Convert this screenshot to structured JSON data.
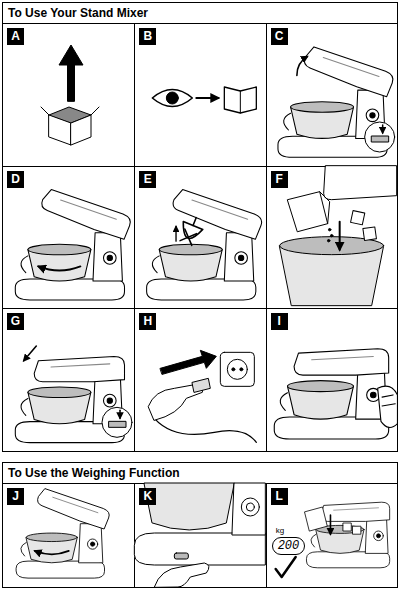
{
  "diagram": {
    "nodes": [
      {
        "text": [
          "To Use Your Stand Mixer"
        ]
      },
      {
        "text": [
          "A"
        ],
        "in": 0
      },
      {
        "text": [
          "B"
        ],
        "in": 0
      },
      {
        "text": [
          "C"
        ],
        "in": 0
      },
      {
        "text": [
          "D"
        ],
        "in": 0
      },
      {
        "text": [
          "E"
        ],
        "in": 0
      },
      {
        "text": [
          "F"
        ],
        "in": 0
      },
      {
        "text": [
          "G"
        ],
        "in": 0
      },
      {
        "text": [
          "H"
        ],
        "in": 0
      },
      {
        "text": [
          "I"
        ],
        "in": 0
      },
      {
        "text": [
          "To Use the Weighing Function"
        ]
      },
      {
        "text": [
          "J"
        ],
        "in": 10
      },
      {
        "text": [
          "K"
        ],
        "in": 10
      },
      {
        "text": [
          "L"
        ],
        "in": 10
      }
    ],
    "labels": [
      "kg",
      "200"
    ]
  }
}
